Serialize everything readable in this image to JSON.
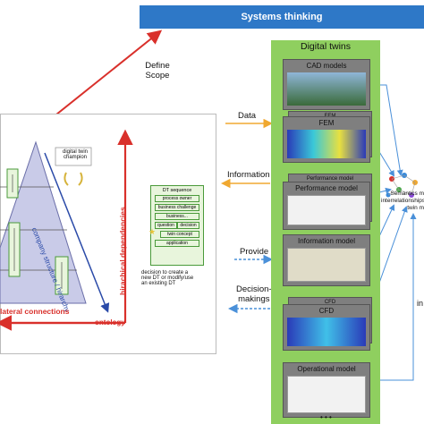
{
  "header": {
    "title": "Systems thinking"
  },
  "left_arrow": {
    "label_line1": "Define",
    "label_line2": "Scope"
  },
  "pyramid": {
    "side_label": "company structure / hirarchy",
    "hier_label": "hirachical dependencies",
    "lateral_label": "lateral connections",
    "ontology_label": "ontology",
    "champion_line1": "digital twin",
    "champion_line2": "champion"
  },
  "dt_sequence": {
    "title": "DT sequence",
    "steps": [
      "process owner",
      "business challenge",
      "business...",
      "question",
      "decision",
      "twin concept",
      "application"
    ],
    "note_line1": "decision to create a",
    "note_line2": "new DT or modify/use",
    "note_line3": "an existing DT"
  },
  "flows": {
    "data": "Data",
    "information": "Information",
    "provide": "Provide",
    "decision_line1": "Decision-",
    "decision_line2": "makings"
  },
  "digital_twins": {
    "title": "Digital twins",
    "models": [
      "CAD models",
      "FEM",
      "Performance model",
      "Information model",
      "CFD",
      "Operational model"
    ],
    "back_labels": [
      "FEM",
      "Performance model",
      "CFD"
    ]
  },
  "semantics": {
    "line1": "Semantics m",
    "line2": "interrelationships",
    "line3": "twin m",
    "side": "in"
  },
  "colors": {
    "banner": "#2e78c7",
    "panel": "#8fcf5f",
    "red": "#d9302b",
    "blue": "#4a90d9",
    "orange": "#f0a830"
  }
}
